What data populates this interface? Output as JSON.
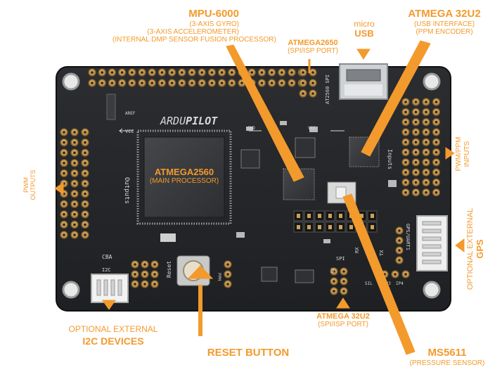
{
  "board": {
    "brand_prefix": "ARDU",
    "brand_suffix": "PILOT",
    "silk": {
      "aref": "AREF",
      "vcc_left": "VCC",
      "gnd_top": "GND",
      "vcc_top": "VCC",
      "outputs": "Outputs",
      "inputs": "Inputs",
      "at2560_spi": "AT2560 SPI",
      "reset": "Reset",
      "i2c": "I2C",
      "cba": "CBA",
      "ppm": "PPM",
      "gps_uart1": "GPS/UART1",
      "spi": "SPI",
      "u2": "U2",
      "rx": "RX",
      "tx": "TX",
      "ip3": "IP3",
      "ip4": "IP4",
      "sil": "SIL"
    }
  },
  "labels": {
    "mpu": {
      "title": "MPU-6000",
      "lines": [
        "(3-AXIS GYRO)",
        "(3-AXIS ACCELEROMETER)",
        "(INTERNAL DMP SENSOR FUSION PROCESSOR)"
      ]
    },
    "atmega2650": {
      "title": "ATMEGA2650",
      "sub": "(SPI/ISP PORT)"
    },
    "usb": {
      "line1": "micro",
      "line2": "USB"
    },
    "atmega32u2_top": {
      "title": "ATMEGA 32U2",
      "lines": [
        "(USB INTERFACE)",
        "(PPM ENCODER)"
      ]
    },
    "atmega2560": {
      "title": "ATMEGA2560",
      "sub": "(MAIN PROCESSOR)"
    },
    "pwm_outputs": {
      "line1": "PWM",
      "line2": "OUTPUTS"
    },
    "pwm_inputs": {
      "line1": "PWM/PPM",
      "line2": "INPUTS"
    },
    "gps": {
      "line1": "OPTIONAL EXTERNAL",
      "line2": "GPS"
    },
    "i2c": {
      "line1": "OPTIONAL EXTERNAL",
      "line2": "I2C DEVICES"
    },
    "reset": {
      "title": "RESET BUTTON"
    },
    "atmega32u2_bottom": {
      "title": "ATMEGA 32U2",
      "sub": "(SPI/ISP PORT)"
    },
    "ms5611": {
      "title": "MS5611",
      "sub": "(PRESSURE SENSOR)"
    }
  },
  "colors": {
    "accent": "#f39a2c",
    "board": "#26282b",
    "pad": "#c99a4e",
    "chip": "#3a3c3f",
    "silk": "#d8d8d8"
  }
}
